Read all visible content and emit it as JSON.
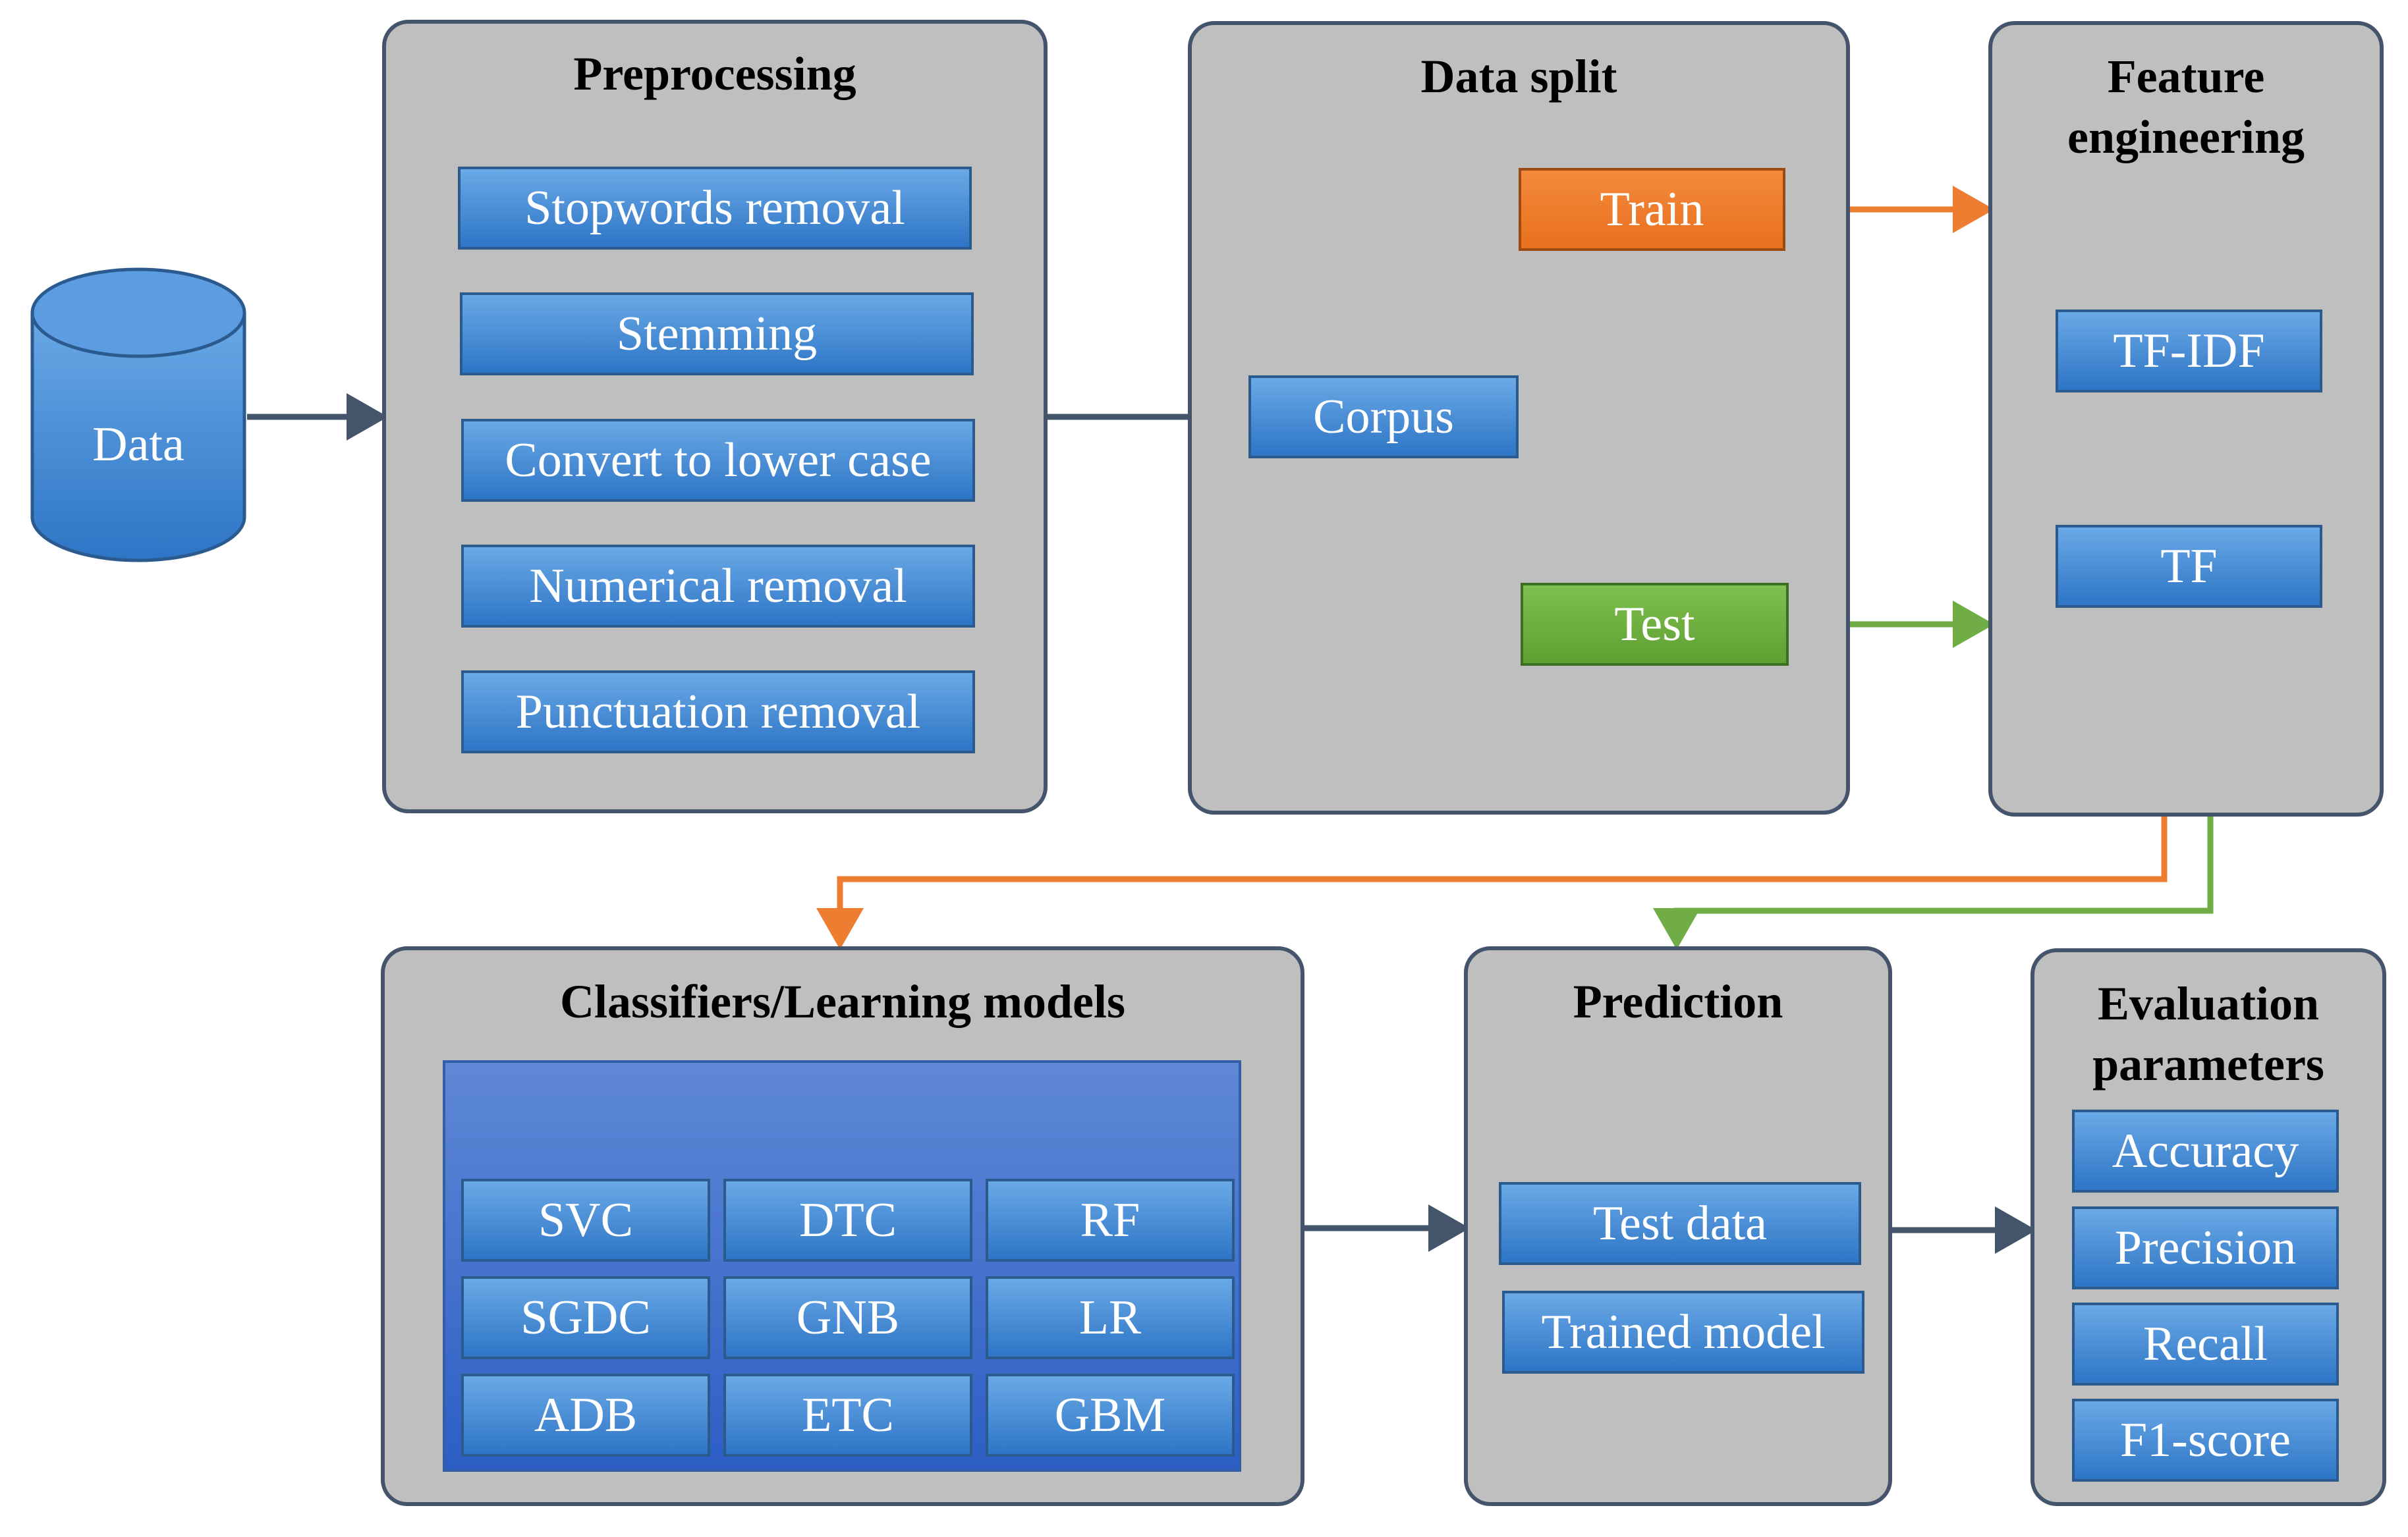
{
  "data_node": {
    "label": "Data"
  },
  "preprocessing": {
    "title": "Preprocessing",
    "steps": [
      "Stopwords removal",
      "Stemming",
      "Convert to lower case",
      "Numerical removal",
      "Punctuation removal"
    ]
  },
  "data_split": {
    "title": "Data split",
    "corpus": "Corpus",
    "train": "Train",
    "test": "Test"
  },
  "feature_engineering": {
    "title_line1": "Feature",
    "title_line2": "engineering",
    "methods": [
      "TF-IDF",
      "TF"
    ]
  },
  "classifiers": {
    "title": "Classifiers/Learning models",
    "models": [
      "SVC",
      "DTC",
      "RF",
      "SGDC",
      "GNB",
      "LR",
      "ADB",
      "ETC",
      "GBM"
    ]
  },
  "prediction": {
    "title": "Prediction",
    "items": [
      "Test data",
      "Trained model"
    ]
  },
  "evaluation": {
    "title_line1": "Evaluation",
    "title_line2": "parameters",
    "metrics": [
      "Accuracy",
      "Precision",
      "Recall",
      "F1-score"
    ]
  },
  "colors": {
    "panel": "#bfbfbf",
    "panel_border": "#44546a",
    "box_blue": "#3f86d2",
    "train_orange": "#ed7d31",
    "test_green": "#70ad47",
    "arrow_dark": "#44546a"
  }
}
